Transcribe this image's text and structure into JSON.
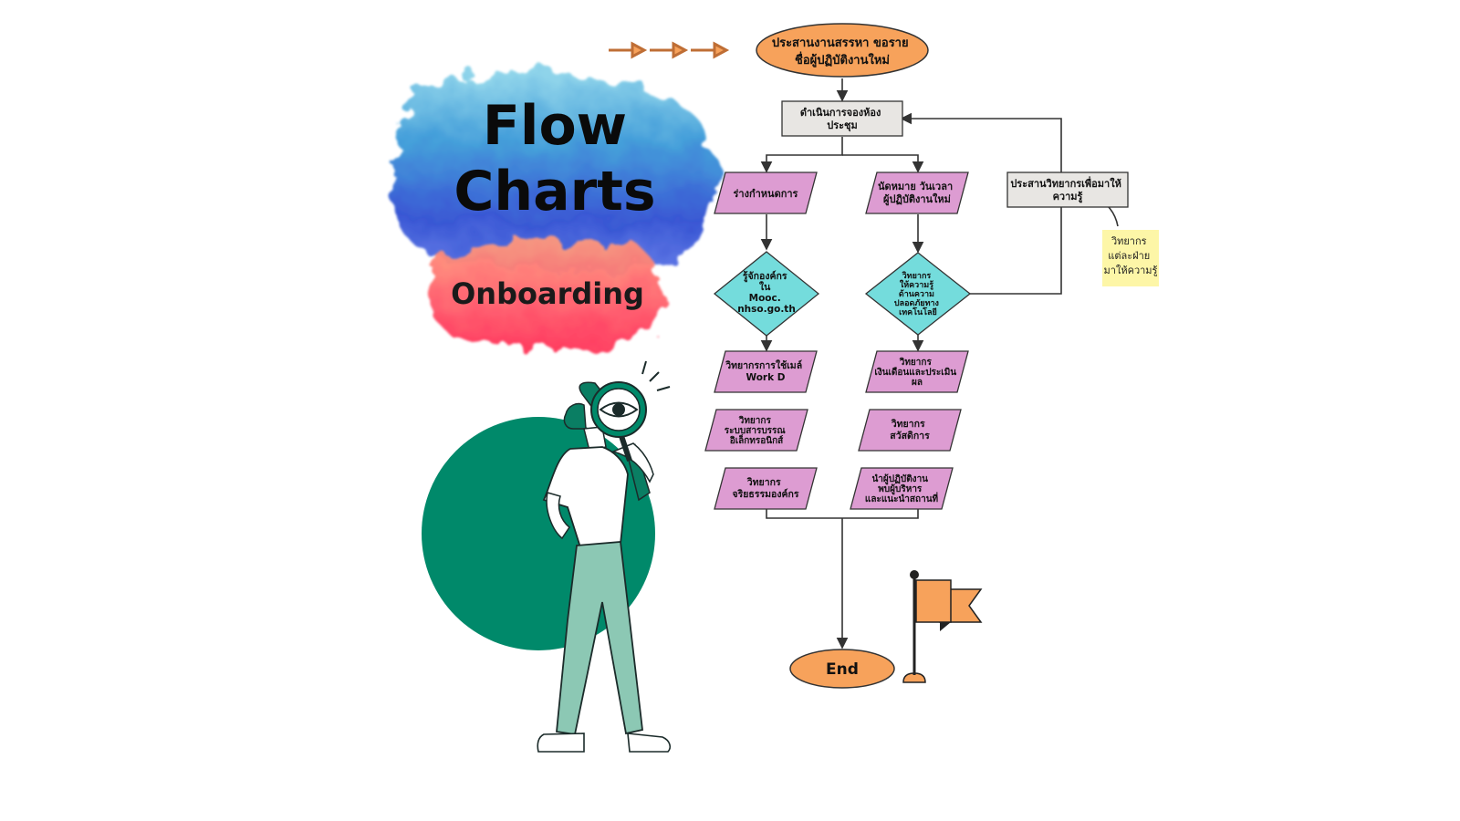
{
  "title": {
    "line1": "Flow",
    "line2": "Charts",
    "subtitle": "Onboarding"
  },
  "colors": {
    "start_end": "#f7a25b",
    "process_box": "#e8e6e3",
    "parallelogram": "#dd9cd2",
    "diamond": "#74dcdc",
    "note": "#fdf6a7",
    "circle_green": "#00896a",
    "pants": "#8cc8b4",
    "flag": "#f7a25b",
    "arrow": "#bf6e35"
  },
  "diagram": {
    "nodes": {
      "start": {
        "lines": [
          "ประสานงานสรรหา ขอราย",
          "ชื่อผู้ปฏิบัติงานใหม่"
        ]
      },
      "book_room": {
        "lines": [
          "ดำเนินการจองห้อง",
          "ประชุม"
        ]
      },
      "draft_schedule": {
        "lines": [
          "ร่างกำหนดการ"
        ]
      },
      "appointment": {
        "lines": [
          "นัดหมาย วันเวลา",
          "ผู้ปฏิบัติงานใหม่"
        ]
      },
      "coordinate_speakers": {
        "lines": [
          "ประสานวิทยากรเพื่อมาให้",
          "ความรู้"
        ]
      },
      "know_org": {
        "lines": [
          "รู้จักองค์กร",
          "ใน",
          "Mooc.",
          "nhso.go.th"
        ]
      },
      "tech_security": {
        "lines": [
          "วิทยากร",
          "ให้ความรู้",
          "ด้านความ",
          "ปลอดภัยทาง",
          "เทคโนโลยี"
        ]
      },
      "speaker_email": {
        "lines": [
          "วิทยากรการใช้เมล์",
          "Work D"
        ]
      },
      "speaker_salary": {
        "lines": [
          "วิทยากร",
          "เงินเดือนและประเมิน",
          "ผล"
        ]
      },
      "speaker_edoc": {
        "lines": [
          "วิทยากร",
          "ระบบสารบรรณ",
          "อิเล็กทรอนิกส์"
        ]
      },
      "speaker_welfare": {
        "lines": [
          "วิทยากร",
          "สวัสดิการ"
        ]
      },
      "speaker_ethics": {
        "lines": [
          "วิทยากร",
          "จริยธรรมองค์กร"
        ]
      },
      "meet_execs": {
        "lines": [
          "นำผู้ปฏิบัติงาน",
          "พบผู้บริหาร",
          "และแนะนำสถานที่"
        ]
      },
      "end": {
        "lines": [
          "End"
        ]
      }
    },
    "note": {
      "lines": [
        "วิทยากร",
        "แต่ละฝ่าย",
        "มาให้ความรู้"
      ]
    }
  },
  "icons": [
    "arrow-right-icon",
    "magnifier-icon",
    "flag-icon",
    "person-illustration"
  ]
}
